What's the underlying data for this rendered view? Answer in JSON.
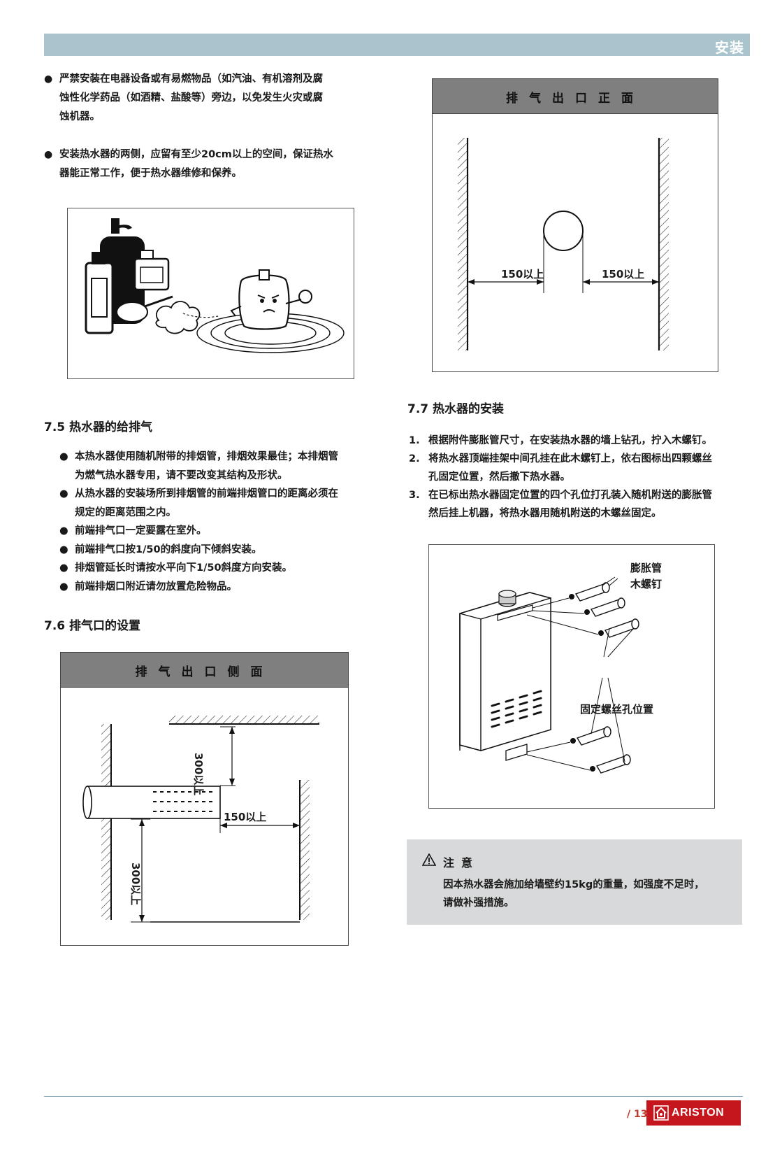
{
  "header": {
    "title": "安装"
  },
  "intro": {
    "bullet1": {
      "line1": "严禁安装在电器设备或有易燃物品（如汽油、有机溶剂及腐",
      "line2": "蚀性化学药品（如酒精、盐酸等）旁边，以免发生火灾或腐",
      "line3": "蚀机器。"
    },
    "bullet2": {
      "line1": "安装热水器的两侧，应留有至少20cm以上的空间，保证热水",
      "line2": "器能正常工作，便于热水器维修和保养。"
    },
    "bullet_symbol": "●"
  },
  "section75": {
    "heading": "7.5 热水器的给排气",
    "items": [
      {
        "line1": "本热水器使用随机附带的排烟管，排烟效果最佳；本排烟管",
        "line2": "为燃气热水器专用，请不要改变其结构及形状。"
      },
      {
        "line1": "从热水器的安装场所到排烟管的前端排烟管口的距离必须在",
        "line2": "规定的距离范围之内。"
      },
      {
        "line1": "前端排气口一定要露在室外。"
      },
      {
        "line1": "前端排气口按1/50的斜度向下倾斜安装。"
      },
      {
        "line1": "排烟管延长时请按水平向下1/50斜度方向安装。"
      },
      {
        "line1": "前端排烟口附近请勿放置危险物品。"
      }
    ]
  },
  "section76": {
    "heading": "7.6 排气口的设置",
    "side_diagram": {
      "title": "排气出口侧面",
      "dim_top": "300以上",
      "dim_side": "150以上",
      "dim_bottom": "300以上"
    }
  },
  "front_diagram": {
    "title": "排气出口正面",
    "dim_left": "150以上",
    "dim_right": "150以上"
  },
  "section77": {
    "heading": "7.7 热水器的安装",
    "steps": [
      {
        "num": "1.",
        "line1": "根据附件膨胀管尺寸，在安装热水器的墙上钻孔，拧入木螺钉。"
      },
      {
        "num": "2.",
        "line1": "将热水器顶端挂架中间孔挂在此木螺钉上，依右图标出四颗螺丝",
        "line2": "孔固定位置，然后撤下热水器。"
      },
      {
        "num": "3.",
        "line1": "在已标出热水器固定位置的四个孔位打孔装入随机附送的膨胀管",
        "line2": "然后挂上机器，将热水器用随机附送的木螺丝固定。"
      }
    ],
    "install_diagram": {
      "label_tube": "膨胀管",
      "label_screw": "木螺钉",
      "label_holes": "固定螺丝孔位置"
    }
  },
  "note": {
    "title": "注意",
    "icon": "warning-triangle-icon",
    "line1": "因本热水器会施加给墙壁约15kg的重量，如强度不足时，",
    "line2": "请做补强措施。"
  },
  "footer": {
    "page": "/ 13",
    "brand": "ARISTON",
    "brand_color": "#c4161c"
  }
}
